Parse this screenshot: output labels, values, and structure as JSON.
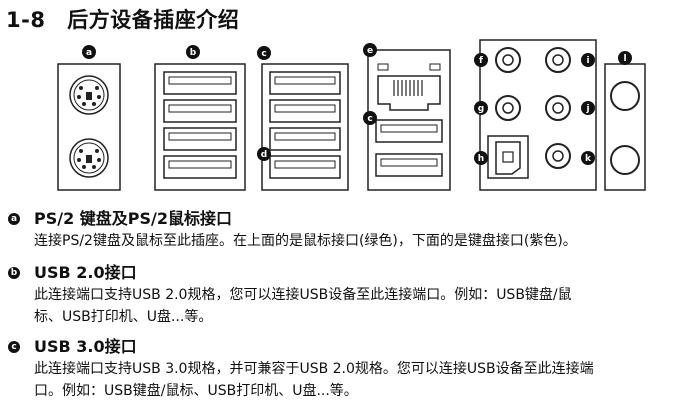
{
  "section": {
    "number": "1-8",
    "title": "后方设备插座介绍"
  },
  "callouts": [
    "a",
    "b",
    "c",
    "c",
    "d",
    "e",
    "f",
    "g",
    "h",
    "i",
    "j",
    "k",
    "l"
  ],
  "items": [
    {
      "letter": "a",
      "heading": "PS/2 键盘及PS/2鼠标接口",
      "body": "连接PS/2键盘及鼠标至此插座。在上面的是鼠标接口(绿色)，下面的是键盘接口(紫色)。"
    },
    {
      "letter": "b",
      "heading": "USB 2.0接口",
      "body": "此连接端口支持USB 2.0规格，您可以连接USB设备至此连接端口。例如：USB键盘/鼠\n标、USB打印机、U盘...等。"
    },
    {
      "letter": "c",
      "heading": "USB 3.0接口",
      "body": "此连接端口支持USB 3.0规格，并可兼容于USB 2.0规格。您可以连接USB设备至此连接端\n口。例如：USB键盘/鼠标、USB打印机、U盘...等。"
    }
  ]
}
